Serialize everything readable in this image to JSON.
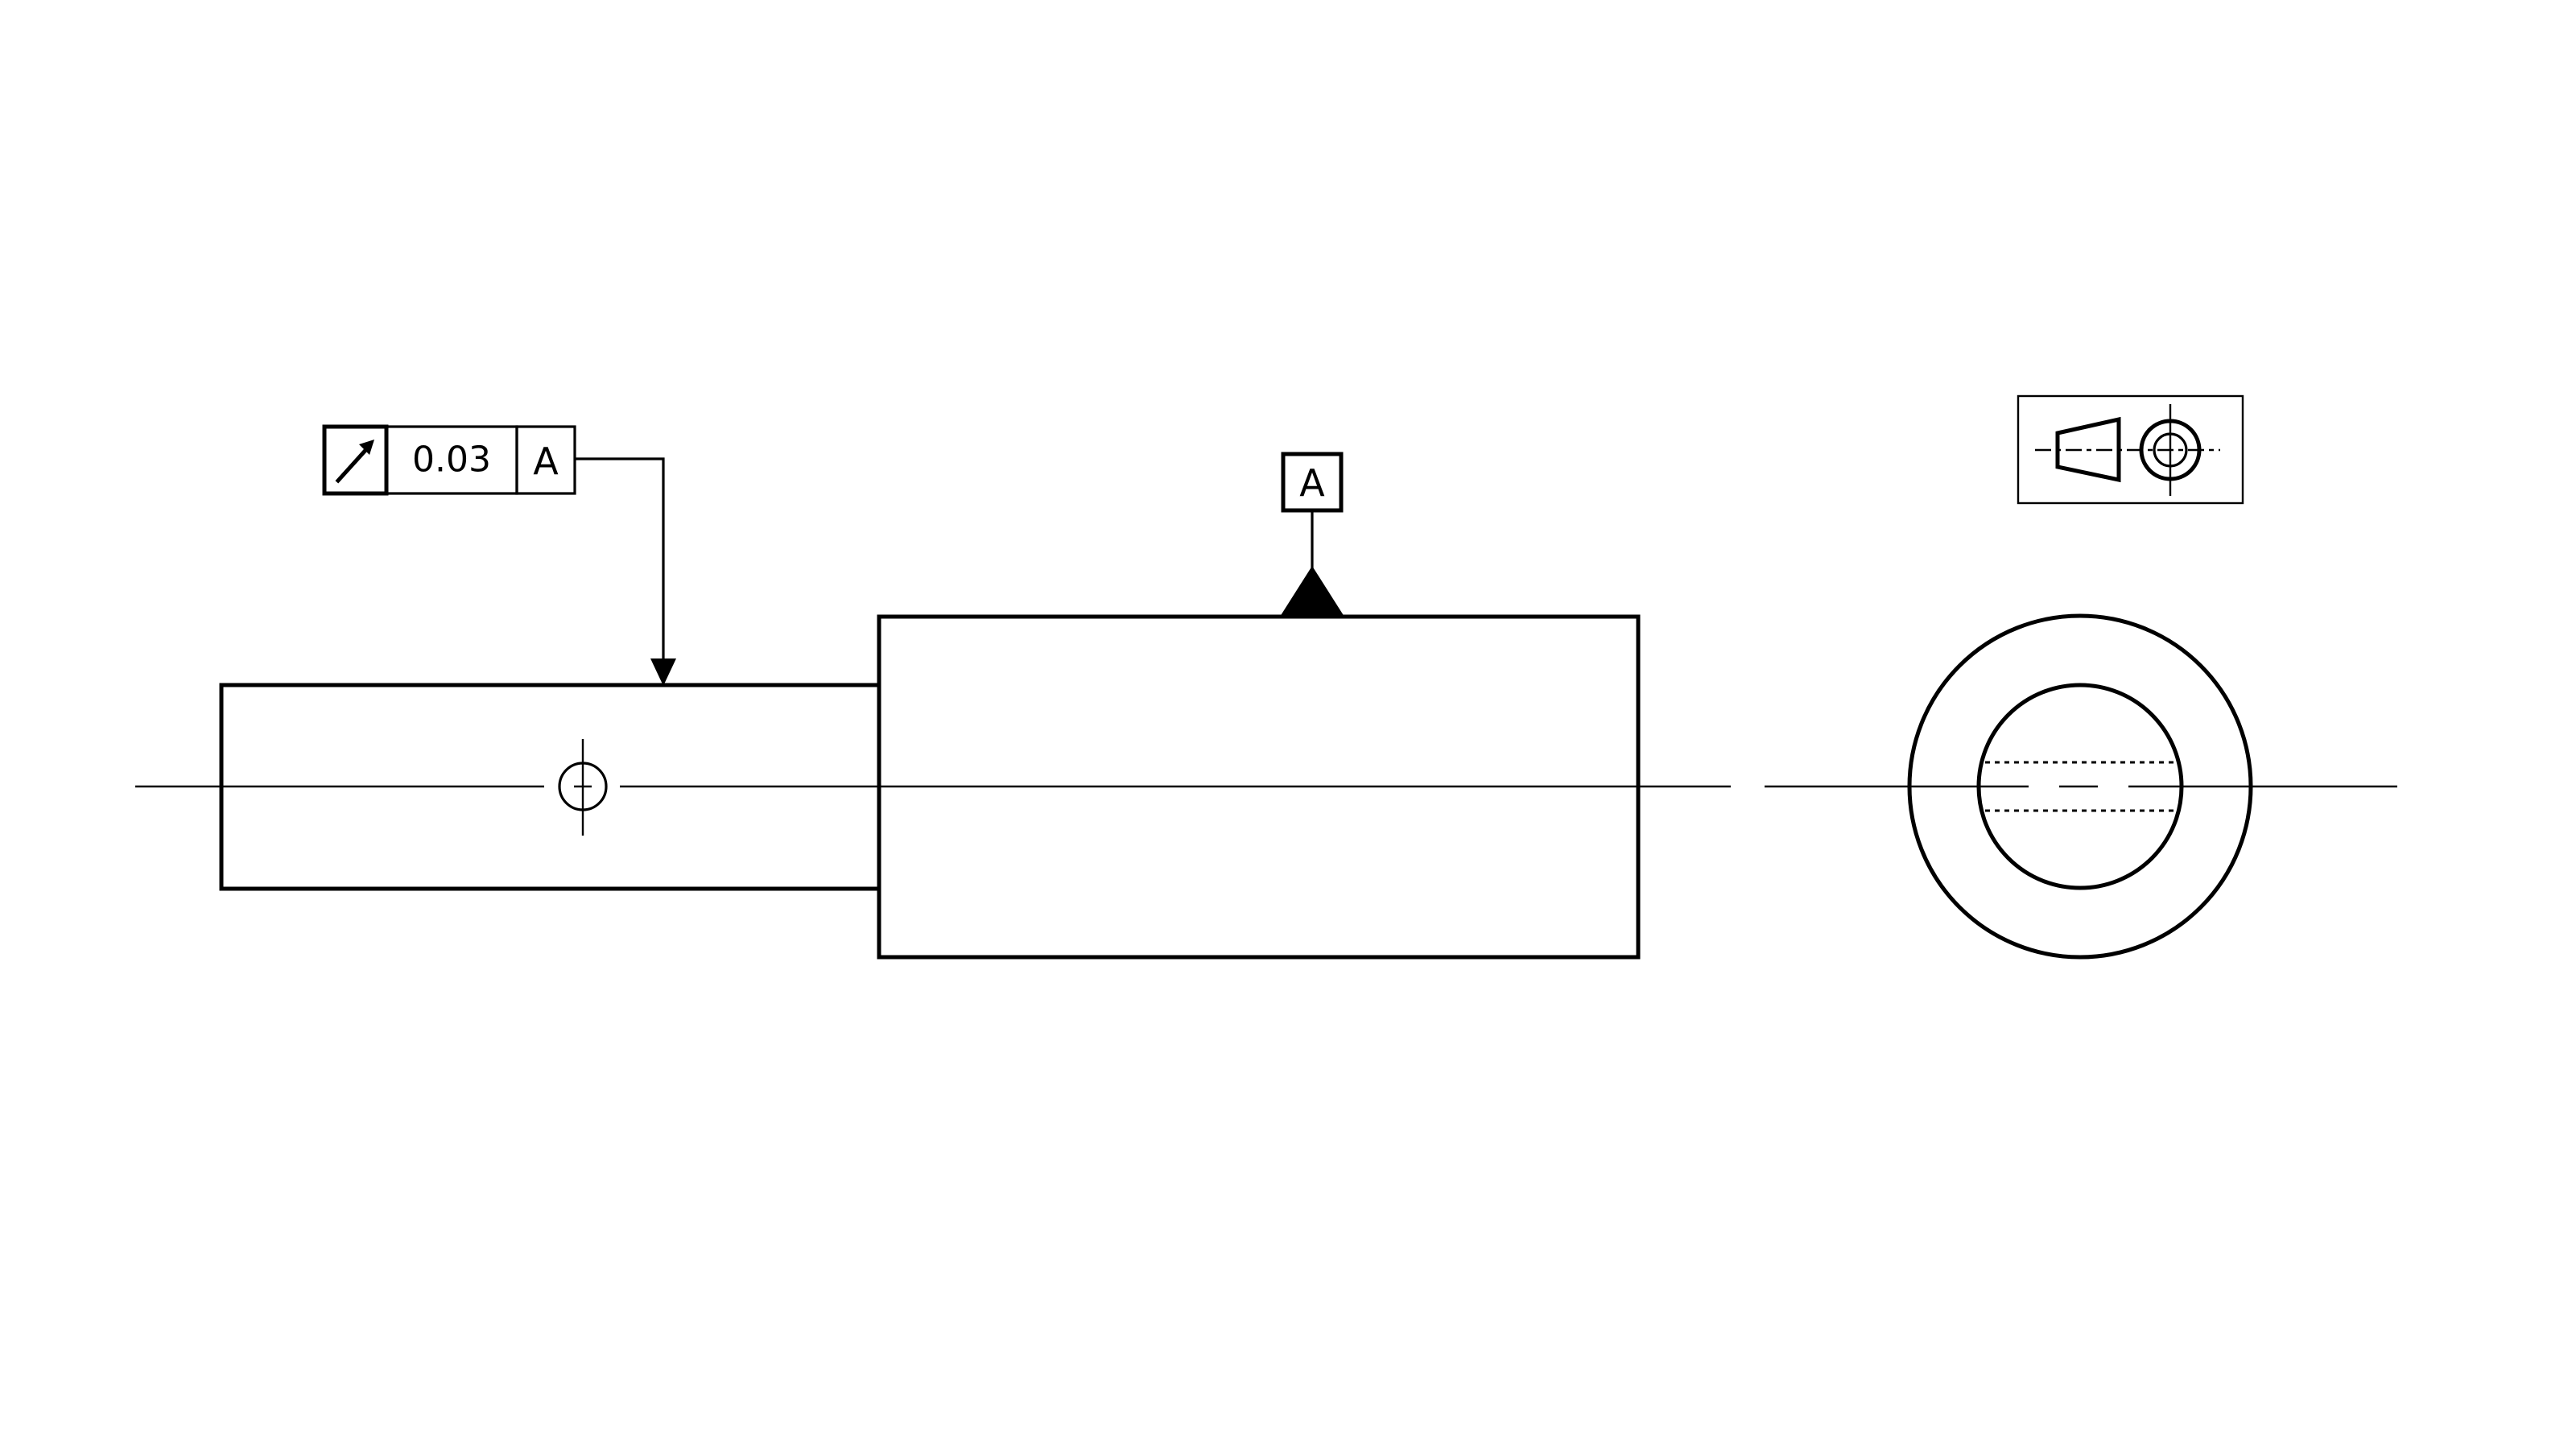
{
  "feature_control_frame": {
    "symbol": "runout-arrow-icon",
    "tolerance": "0.03",
    "datum_reference": "A"
  },
  "datum_feature": {
    "label": "A"
  },
  "projection_symbol": {
    "symbol": "third-angle-projection-icon"
  },
  "colors": {
    "line": "#000000",
    "background": "#ffffff"
  }
}
